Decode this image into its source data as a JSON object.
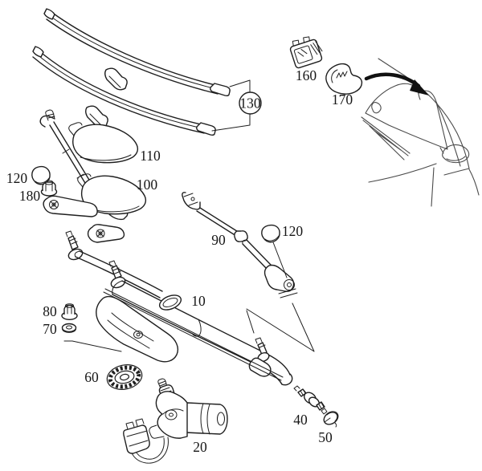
{
  "figure": {
    "background": "#ffffff",
    "line_color": "#1f1f1f",
    "sketch_color": "#4a4a4a"
  },
  "callouts": [
    {
      "text": "130"
    },
    {
      "text": "160"
    },
    {
      "text": "170"
    },
    {
      "text": "110"
    },
    {
      "text": "100"
    },
    {
      "text": "120"
    },
    {
      "text": "180"
    },
    {
      "text": "90"
    },
    {
      "text": "120"
    },
    {
      "text": "10"
    },
    {
      "text": "80"
    },
    {
      "text": "70"
    },
    {
      "text": "60"
    },
    {
      "text": "20"
    },
    {
      "text": "40"
    },
    {
      "text": "50"
    }
  ]
}
